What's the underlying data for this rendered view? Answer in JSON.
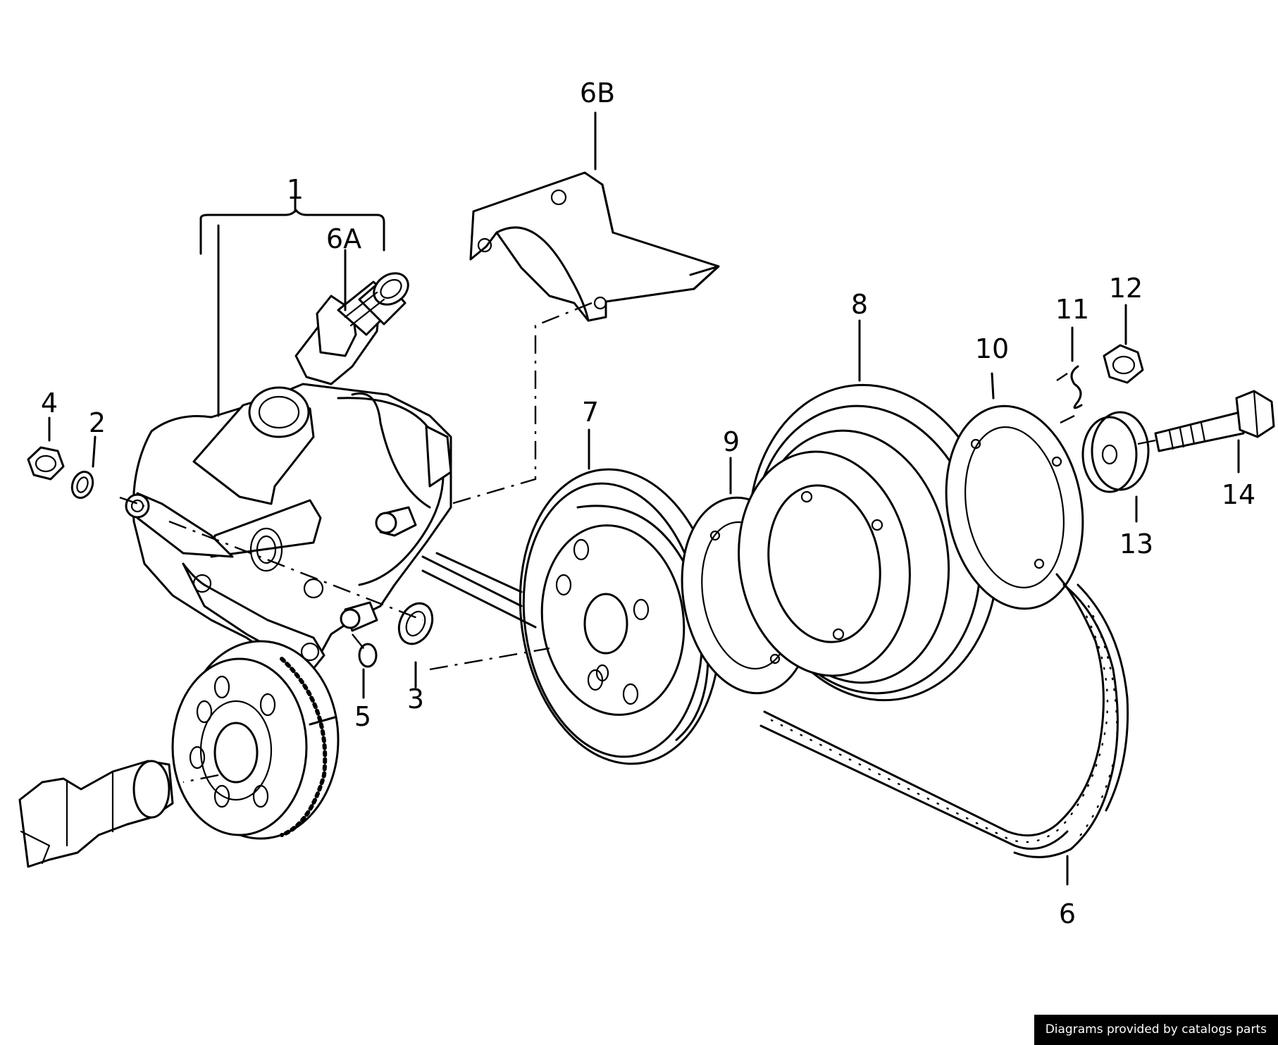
{
  "callouts": [
    {
      "id": "1",
      "label": "1"
    },
    {
      "id": "2",
      "label": "2"
    },
    {
      "id": "3",
      "label": "3"
    },
    {
      "id": "4",
      "label": "4"
    },
    {
      "id": "5",
      "label": "5"
    },
    {
      "id": "6",
      "label": "6"
    },
    {
      "id": "6A",
      "label": "6A"
    },
    {
      "id": "6B",
      "label": "6B"
    },
    {
      "id": "7",
      "label": "7"
    },
    {
      "id": "8",
      "label": "8"
    },
    {
      "id": "9",
      "label": "9"
    },
    {
      "id": "10",
      "label": "10"
    },
    {
      "id": "11",
      "label": "11"
    },
    {
      "id": "12",
      "label": "12"
    },
    {
      "id": "13",
      "label": "13"
    },
    {
      "id": "14",
      "label": "14"
    }
  ],
  "credit": "Diagrams provided by catalogs parts"
}
